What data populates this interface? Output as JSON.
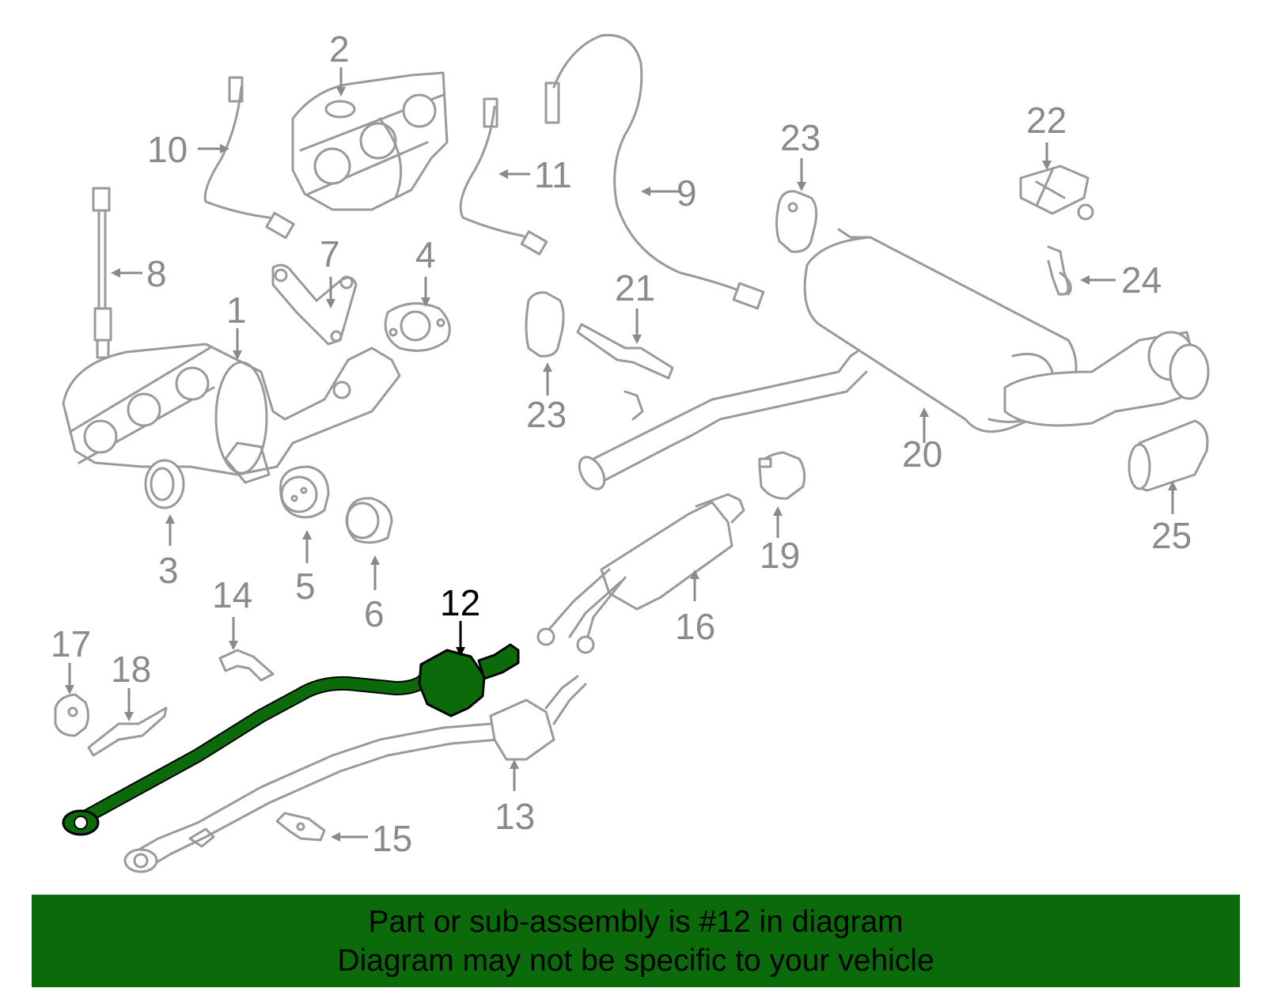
{
  "highlight_color": "#0b6b0b",
  "part_color": "#9a9a9a",
  "callouts": [
    "1",
    "2",
    "3",
    "4",
    "5",
    "6",
    "7",
    "8",
    "9",
    "10",
    "11",
    "12",
    "13",
    "14",
    "15",
    "16",
    "17",
    "18",
    "19",
    "20",
    "21",
    "22",
    "23",
    "23",
    "24",
    "25"
  ],
  "highlighted_callout": "12",
  "banner": {
    "line1": "Part or sub-assembly is #12 in diagram",
    "line2": "Diagram may not be specific to your vehicle"
  }
}
